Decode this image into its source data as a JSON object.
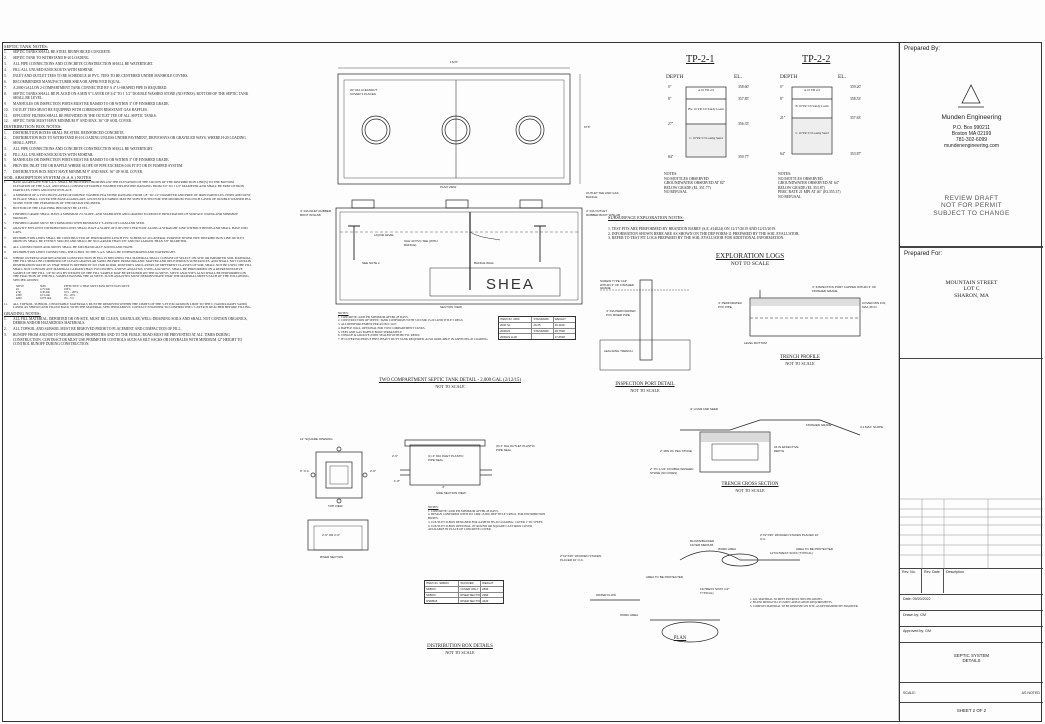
{
  "septic_notes": {
    "heading": "SEPTIC TANK NOTES:",
    "items": [
      "SEPTIC TANKS SHALL BE STEEL REINFORCED CONCRETE.",
      "SEPTIC TANK TO WITHSTAND H-20 LOADING.",
      "ALL PIPE CONNECTIONS AND CONCRETE CONSTRUCTION SHALL BE WATERTIGHT.",
      "FILL ALL UNUSED KNOCKOUTS WITH MORTAR.",
      "INLET AND OUTLET TEES TO BE SCHEDULE 40 PVC. TEES TO BE CENTERED UNDER MANHOLE COVERS.",
      "RECOMMENDED MANUFACTURER SHEA OR APPROVED EQUAL.",
      "A 2000 GALLON 2-COMPARTMENT TANK CONNECTED BY A 4\" U-SHAPED PIPE IS REQUIRED.",
      "SEPTIC TANKS SHALL BE PLACED ON A MIN 9\" LAYER OF 3/4\" TO 1 1/2\" DOUBLE WASHED STONE (NO FINES). BOTTOM OF THE SEPTIC TANK SHALL BE LEVEL.",
      "MANHOLES OR INSPECTION PORTS MUST BE RAISED TO OR WITHIN 3\" OF FINISHED GRADE.",
      "OUTLET TEES MUST BE EQUIPPED WITH CORROSION RESISTANT GAS BAFFLES.",
      "EFFLUENT FILTERS SHALL BE PROVIDED IN THE OUTLET TEE OF ALL SEPTIC TANKS.",
      "SEPTIC TANK MUST HAVE MINIMUM 9\" AND MAX. 36\" OF SOIL COVER."
    ]
  },
  "dbox_notes": {
    "heading": "DISTRIBUTION BOX NOTES:",
    "items": [
      "DISTRIBUTION BOXES SHALL BE STEEL REINFORCED CONCRETE.",
      "DISTRIBUTION BOX TO WITHSTAND H-10 LOADING UNLESS UNDER PAVEMENT, DRIVEWAYS OR GRAVELED WAYS, WHERE H-20 LOADING SHALL APPLY.",
      "ALL PIPE CONNECTIONS AND CONCRETE CONSTRUCTION SHALL BE WATERTIGHT.",
      "FILL ALL UNUSED KNOCKOUTS WITH MORTAR.",
      "MANHOLES OR INSPECTION PORTS MUST BE RAISED TO OR WITHIN 3\" OF FINISHED GRADE.",
      "PROVIDE INLET TEE OR BAFFLE WHERE SLOPE OF PIPE EXCEEDS 0.06 FT/FT OR IN PUMPED SYSTEM.",
      "DISTRIBUTION BOX MUST HAVE MINIMUM 9\" AND MAX. 36\" OF SOIL COVER."
    ]
  },
  "sas_notes": {
    "heading": "SOIL ABSORPTION SYSTEM (S.A.S.) NOTES",
    "items": [
      "BASE AGGREGATE FOR S.A.S. SHALL BE PROVIDED FROM BELOW THE ELEVATION OF THE CROWN OF THE DISTRIBUTION LINE(S) TO THE BOTTOM ELEVATION OF THE S.A.S. AND SHALL CONSIST OF DOUBLE WASHED FIELDSTONE RANGING FROM 3/4\" TO 1 1/2\" DIAMETER AND SHALL BE FREE OF IRON PARTICLES, FINES AND DUST IN PLACE.",
      "A MINIMUM OF A TWO-INCH LAYER OF DOUBLE WASHED PEA STONE RANGING FROM 1/8\" TO 1/2\" DIAMETER AND FREE OF IRON PARTICLES, FINES AND DUST IN PLACE SHALL COVER THE BASE AGGREGATE. GEOTEXTILE FABRIC MAY BE SUBSTITUTED FOR THE MINIMUM TWO INCH LAYER OF DOUBLE WASHED PEA STONE WITH THE PERMISSION OF THE DESIGN ENGINEER.",
      "BOTTOM OF THE LEACHING BED MUST BE LEVEL.",
      "FINISHED GRADE SHALL HAVE A MINIMUM 2% SLOPE, AND STABILIZED AND GRADED TO REDUCE INFILTRATION OF SURFACE WATER AND MINIMIZE EROSION.",
      "FINISHED GRADE MUST BE STABILIZED WITH MINIMUM 4\" LAYER OF LOAM AND SEED.",
      "GRAVITY EFFLUENT DISTRIBUTION LINES SHALL HAVE A SLOPE OF 0.005 FEET PER FOOT ALONG A STRAIGHT LINE WITHOUT BENDS AND SHALL HAVE END CAPS.",
      "DISTRIBUTION LINES SHALL BE CONSTRUCTED OF PERFORATED 4-INCH PVC SCHEDULE 40 GENERAL PURPOSE SEWER PIPE DISTRIBUTION LINE OUTLET ORIFICES SHALL BE EVENLY SPACED AND SHALL BE NO LARGER THAN 3/8\" AND NO LARGER THAN 5/8\" DIAMETER.",
      "ALL CONNECTIONS AND JOINTS SHALL BE MECHANICALLY SOUND AND TIGHT.",
      "DISTRIBUTION LINES CONNECTING THE D-BOX TO THE S.A.S. SHALL BE UNPERFORATED AND WATERTIGHT.",
      "WHERE OVEREXCAVATION AND/OR CONSTRUCTION IN FILL IS SPECIFIED, FILL MATERIAL SHALL CONSIST OF SELECT ON-SITE OR IMPORTED SOIL MATERIAL. THE FILL SHALL BE COMPRISED OF CLEAN GRANULAR SAND, BE FREE FROM ORGANIC MATTER AND DELETERIOUS SUBSTANCES, AND SHALL NOT CONTAIN REMEDIATION WASTE AS THAT TERM IS DEFINED IN 310 CMR 40.0006. MIXTURES AND LAYERS OF DIFFERENT CLASSES OF SOIL SHALL NOT BE USED. THE FILL SHALL NOT CONTAIN ANY MATERIAL LARGER THAN TWO INCHES. A SIEVE ANALYSIS, USING A #4 SIEVE, SHALL BE PERFORMED ON A REPRESENTATIVE SAMPLE OF THE FILL. UP TO 45% BY WEIGHT OF THE FILL SAMPLE MAY BE RETAINED ON THE #4 SIEVE. SIEVE ANALYSES ALSO SHALL BE PERFORMED ON THE FRACTION OF THE FILL SAMPLE PASSING THE #4 SIEVE. SUCH ANALYSES MUST DEMONSTRATE THAT THE MATERIAL MEETS EACH OF THE FOLLOWING SPECIFICATIONS:",
      "ALL TOPSOIL, SUBSOIL, UNSUITABLE MATERIALS MUST BE REMOVED WITHIN THE LIMITS OF THE 5-FT EXCAVATION LIMIT TO THE C (SAND/LOAMY SAND) LAYER AS SHOWN AND FILLED BACK WITH THE MATERIAL SPECIFIED ABOVE. CONTACT ENGINEER TO CONFIRM THE C LAYER IS REACHED BEFORE FILLING."
    ],
    "sieve": {
      "headers": [
        "SIEVE",
        "SIZE",
        "EFFECTIVE % THAT MUST PASS SIEVE PASS SIEVE"
      ],
      "rows": [
        [
          "#4",
          "4.75 mm",
          "100%"
        ],
        [
          "# 50",
          "0.30 mm",
          "10% - 100%"
        ],
        [
          "#100",
          "0.15 mm",
          "0% - 20%"
        ],
        [
          "#200",
          "0.075 mm",
          "0% - 5%"
        ]
      ]
    }
  },
  "grading_notes": {
    "heading": "GRADING NOTES:",
    "items": [
      "ALL FILL MATERIAL, IMPORTED OR ON-SITE, MUST BE CLEAN, GRANULAR, WELL-DRAINING SOILS AND SHALL NOT CONTAIN ORGANICS, DEBRIS AND/OR HAZARDOUS MATERIALS.",
      "ALL TOPSOIL AND SUBSOIL MUST BE REMOVED PRIOR TO PLACEMENT AND COMPACTION OF FILL.",
      "RUNOFF FROM AND/OR TO NEIGHBORING PROPERTIES AND TO THE PUBLIC ROAD MUST BE PREVENTED AT ALL TIMES DURING CONSTRUCTION. CONTRACTOR MUST USE PERIMETER CONTROLS SUCH AS SILT SACKS OR HAYBALES WITH MINIMUM 12\" HEIGHT TO CONTROL RUNOFF DURING CONSTRUCTION."
    ]
  },
  "tank": {
    "plan_view": "PLAN VIEW",
    "section_view": "SECTION VIEW",
    "brand": "SHEA",
    "dim_top": "172'6\"",
    "dim_width": "67'6\"",
    "labels": {
      "cover": "20\" DIA CLEANOUT COVER 3 PLACES",
      "inlet": "4\" DIA INLET RUBBER BOOT W/SLAB",
      "outlet": "4\" DIA OUTLET RUBBER BOOT W/SLAB",
      "outlet_tee": "OUTLET TEE AND GAS BAFFLE",
      "liquid": "LIQUID LEVEL",
      "baffle": "BAFFLE WALL",
      "sch": "SCH 40 PVC TEE (WITH BAFFLE)",
      "see": "SEE NOTE 2"
    },
    "notes_head": "NOTES:",
    "notes": [
      "CONCRETE: 4,000 PSI MINIMUM AFTER 28 DAYS.",
      "CONSTRUCTION OF SEPTIC TANK CONFORMS WITH 310 CMR 15.223 AND TITLE 5 REGS.",
      "ALL REINFORCEMENT PER ASTM C1227.",
      "BAFFLE WALL OPTIONAL FOR TWO COMPARTMENT TANKS.",
      "TEES AND GAS BAFFLE BOOT SEPARATELY.",
      "TONGUE & GROOVE JOINT SEALED WITH BUTYL RESIN.",
      "IF COVER EXCEEDS 6 FEET, HEAVY DUTY TANK REQUIRED. ALSO AVAILABLE IN ASHTO HS-20 LOADING."
    ],
    "weights": {
      "headers": [
        "ITEM NO. 2000",
        "STANDARD",
        "WEIGHT"
      ],
      "rows": [
        [
          "2000 SL",
          "20-25",
          "16,110#"
        ],
        [
          "2000HS",
          "STANDARD",
          "18,750#"
        ],
        [
          "2000HS H-20",
          "",
          "17,650#"
        ]
      ]
    },
    "caption": "TWO COMPARTMENT SEPTIC TANK DETAIL - 2,000 GAL (2/12/15)",
    "nts": "NOT TO SCALE"
  },
  "dbox": {
    "square": "12\" SQUARE OPENING",
    "top_view": "TOP VIEW",
    "side_view": "SIDE SECTION VIEW",
    "riser": "RISER SECTION",
    "inlet": "(1) 4\" DIA INLET PLASTIC PIPE SEAL",
    "outlets": "(9) 4\" DIA OUTLET PLASTIC PIPE SEAL",
    "og": "6\" O.C.",
    "d1": "2'-0\"",
    "d2": "1'-8\"",
    "d3": "4\"",
    "d4": "2'-6\"",
    "riser_dim": "2'-6\" OR 2'-0\"",
    "notes_head": "NOTES:",
    "notes": [
      "CONCRETE: 4,000 PSI MINIMUM AFTER 28 DAYS.",
      "DESIGN CONFORMS WITH 310 CMR 15.000, DEP TITLE 5 REGS. FOR DISTRIBUTION BOXES.",
      "9 OUTLET D-BOX DESIGNED FOR AASHTO HS-20 LOADING; COVER 1' TO 3 FEET.",
      "9 OUTLET D-BOX OPTIONAL 18\" ROUND OR SQUARE CAST IRON COVER AVAILABLE IN PLACE OF CONCRETE COVER."
    ],
    "weights": {
      "headers": [
        "ITEM NO. SDBOX",
        "W/COVER",
        "WEIGHT"
      ],
      "rows": [
        [
          "SDBOX",
          "COVER ONLY",
          "283#"
        ],
        [
          "SDBOX",
          "RISER SECTION 12\"",
          "296#"
        ],
        [
          "9/SDB18",
          "RISER SECTION 24\"",
          "442#"
        ]
      ]
    },
    "caption": "DISTRIBUTION BOX DETAILS",
    "nts": "NOT TO SCALE"
  },
  "tp1": {
    "title": "TP-2-1",
    "depth": "DEPTH",
    "el": "EL.",
    "rows": [
      [
        "0\"",
        "358.60'"
      ],
      [
        "8\"",
        "357.85'"
      ],
      [
        "27\"",
        "356.35'"
      ],
      [
        "84\"",
        "350.77'"
      ]
    ],
    "layers": [
      [
        "A",
        "10 YR 2/2"
      ],
      [
        "Bw",
        "10 YR 5/6 Sandy Loam"
      ],
      [
        "C",
        "10 YR 5/3 Loamy Sand"
      ]
    ],
    "notes": [
      "NOTES:",
      "NO MOTTLES OBSERVED",
      "GROUNDWATER OBSERVED AT 82\"",
      "BELOW GRADE (EL 351.77)",
      "NO REFUSAL"
    ]
  },
  "tp2": {
    "title": "TP-2-2",
    "depth": "DEPTH",
    "el": "EL.",
    "rows": [
      [
        "0\"",
        "359.20'"
      ],
      [
        "8\"",
        "358.53'"
      ],
      [
        "21\"",
        "357.63'"
      ],
      [
        "64\"",
        "353.87'"
      ]
    ],
    "layers": [
      [
        "A",
        "10 YR 2/2"
      ],
      [
        "B",
        "10 YR 5/6 Sandy Loam"
      ],
      [
        "C",
        "10 YR 5/3 Loamy Sand"
      ]
    ],
    "notes": [
      "NOTES:",
      "NO MOTTLES OBSERVED",
      "GROUNDWATER OBSERVED AT 64\"",
      "BELOW GRADE (EL 353.87)",
      "PERC RATE 21 MPI AT 46\" (EL355.37)",
      "NO REFUSAL"
    ]
  },
  "subsurface": {
    "heading": "SUBSURFACE EXPLORATION NOTES:",
    "items": [
      "1. TEST PITS ARE PERFORMED BY BRANDON BARRY (S.E. #14024) ON 12/17/2019 AND 12/15/2019.",
      "2. INFORMATION SHOWN HERE ARE AS SHOWN ON THE DEP FORM-11 PREPARED BY THE SOIL EVALUATOR.",
      "3. REFER TO TEST PIT LOGS PREPARED BY THE SOIL EVALUATOR FOR ADDITIONAL INFORMATION."
    ]
  },
  "exploration": {
    "title": "EXPLORATION LOGS",
    "nts": "NOT TO SCALE"
  },
  "inspection": {
    "caption": "INSPECTION PORT DETAIL",
    "nts": "NOT TO SCALE",
    "screw": "SCREW TYPE CAP WITHIN 3\" OF FINISHED GRADE",
    "pvc": "4\" DIA PERFORATED PVC RISER PIPE",
    "chamber": "LEACHING TRENCH"
  },
  "trench_profile": {
    "caption": "TRENCH PROFILE",
    "nts": "NOT TO SCALE",
    "port": "4\" INSPECTION PORT CAPPED WITHIN 3\" OF FINISHED GRADE",
    "pipe": "4\" PERFORATED PVC PIPE",
    "level": "LEVEL BOTTOM",
    "cover": "COVER MIN 9 IN, MAX 36 IN"
  },
  "trench_cross": {
    "caption": "TRENCH CROSS SECTION",
    "nts": "NOT TO SCALE",
    "loam": "4\" LOAM AND SEED",
    "pea": "2\" MIN OF PEA STONE",
    "stone": "2\" TO 1-1/2\" DOUBLE WASHED STONE (NO FINES)",
    "grade": "FINISHED GRADE",
    "slope": "3:1 MAX. SLOPE",
    "depth": "24 IN EFFECTIVE DEPTH"
  },
  "plan": {
    "caption": "PLAN",
    "stakes": "2\"X2\"X36\" WOODEN STAKES PLACED 10' O.C.",
    "fabric": "BLOWN/BACKED FILTER MEDIUM",
    "sock": "12\"FILTREXX SOXX (TYPICAL)",
    "work": "WORK AREA",
    "protect": "AREA TO BE PROTECTED",
    "flow": "WATER FLOW",
    "soxx": "FILTREXX SOXX (12\" TYPICAL)",
    "notes": [
      "1. ALL MATERIAL TO MEET FILTREXX SPECIFICATIONS.",
      "2. FILTER MEDIA FILL TO MEET APPLICATION REQUIREMENTS.",
      "3. COMPOST MATERIAL TO BE DISPOSED ON SITE, AS DETERMINED BY ENGINEER."
    ]
  },
  "title_block": {
    "prepared_by": "Prepared By:",
    "engineer": "Munden Engineering",
    "addr": [
      "P.O. Box 990211",
      "Boston MA 02199",
      "781-302-6099",
      "mundenengineering.com"
    ],
    "review": [
      "REVIEW DRAFT",
      "NOT FOR PERMIT",
      "SUBJECT TO CHANGE"
    ],
    "prepared_for": "Prepared For:",
    "client": [
      "MOUNTAIN STREET",
      "LOT C",
      "SHARON, MA"
    ],
    "rev_head": [
      "Rev. No.",
      "Rev. Date",
      "Description"
    ],
    "date": "Date: 09/20/2022",
    "drawn": "Drawn by: GM",
    "approved": "Approved by: GM",
    "sheet_title": [
      "SEPTIC SYSTEM",
      "DETAILS"
    ],
    "scale": "SCALE:",
    "scale_val": "AS NOTED",
    "sheet": "SHEET 2 OF 2"
  }
}
